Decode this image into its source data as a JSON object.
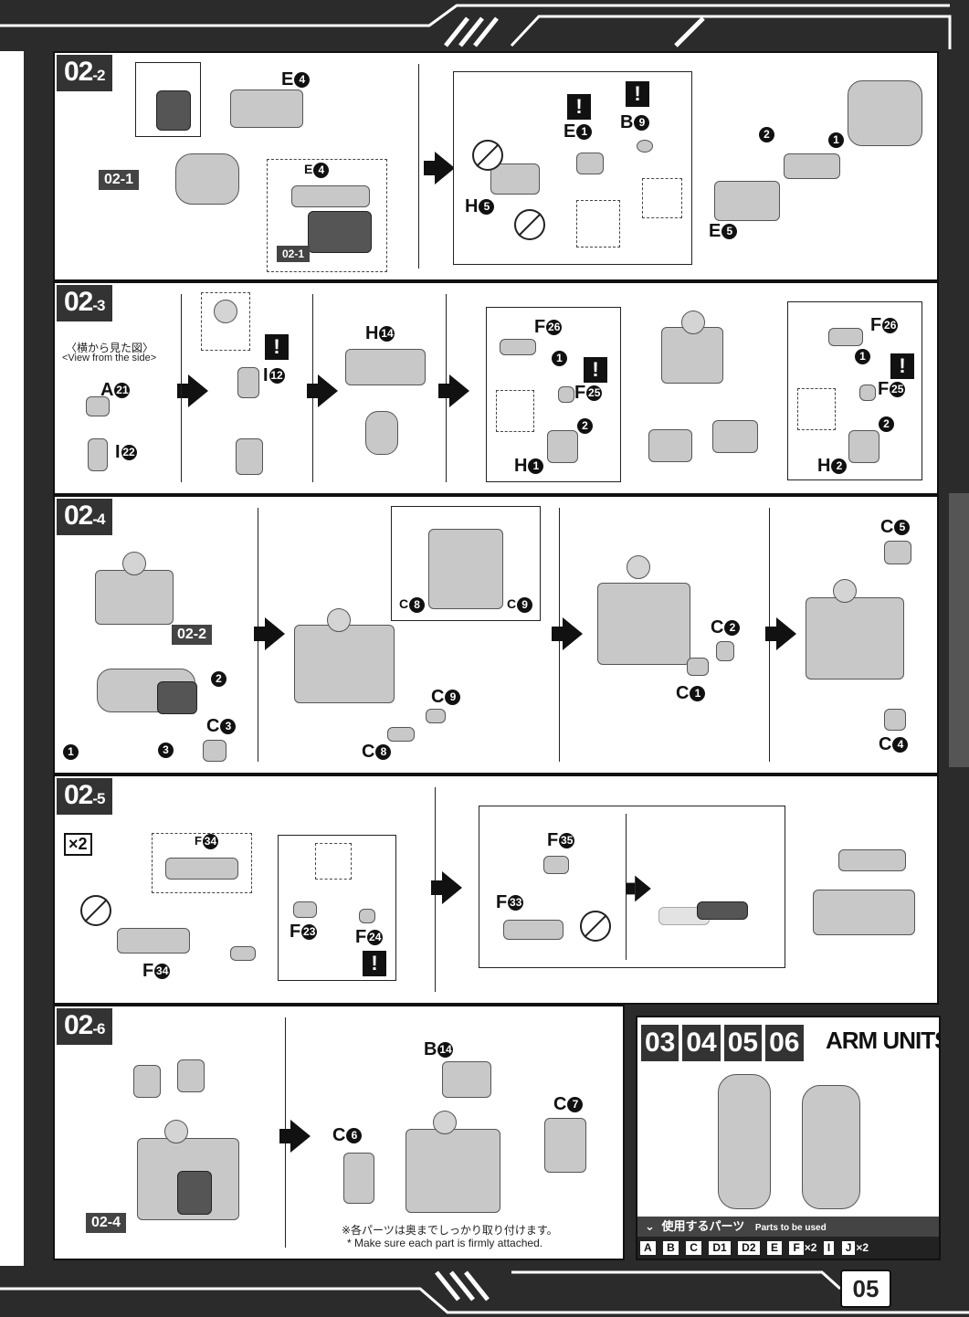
{
  "page": {
    "number": "05"
  },
  "steps": {
    "s02_2": {
      "main": "02",
      "sub": "-2",
      "labels": {
        "e4": "E",
        "e4n": "4",
        "ref1": "02-1",
        "e4b": "E",
        "e4bn": "4",
        "ref1b": "02-1",
        "e1": "E",
        "e1n": "1",
        "b9": "B",
        "b9n": "9",
        "h5": "H",
        "h5n": "5",
        "e5": "E",
        "e5n": "5",
        "n1": "1",
        "n2": "2"
      }
    },
    "s02_3": {
      "main": "02",
      "sub": "-3",
      "side_view_jp": "〈横から見た図〉",
      "side_view_en": "<View from the side>",
      "labels": {
        "a21": "A",
        "a21n": "21",
        "i22": "I",
        "i22n": "22",
        "i12": "I",
        "i12n": "12",
        "h14": "H",
        "h14n": "14",
        "f26": "F",
        "f26n": "26",
        "f25": "F",
        "f25n": "25",
        "h1": "H",
        "h1n": "1",
        "f26b": "F",
        "f26bn": "26",
        "f25b": "F",
        "f25bn": "25",
        "h2": "H",
        "h2n": "2",
        "n1": "1",
        "n2": "2",
        "n1b": "1",
        "n2b": "2"
      }
    },
    "s02_4": {
      "main": "02",
      "sub": "-4",
      "labels": {
        "ref2": "02-2",
        "c3": "C",
        "c3n": "3",
        "n1": "1",
        "n2": "2",
        "n3": "3",
        "c8": "C",
        "c8n": "8",
        "c9": "C",
        "c9n": "9",
        "c8b": "C",
        "c8bn": "8",
        "c9b": "C",
        "c9bn": "9",
        "c2": "C",
        "c2n": "2",
        "c1": "C",
        "c1n": "1",
        "c5": "C",
        "c5n": "5",
        "c4": "C",
        "c4n": "4"
      }
    },
    "s02_5": {
      "main": "02",
      "sub": "-5",
      "times": "×2",
      "labels": {
        "f34": "F",
        "f34n": "34",
        "f34b": "F",
        "f34bn": "34",
        "f23": "F",
        "f23n": "23",
        "f24": "F",
        "f24n": "24",
        "f35": "F",
        "f35n": "35",
        "f33": "F",
        "f33n": "33"
      }
    },
    "s02_6": {
      "main": "02",
      "sub": "-6",
      "labels": {
        "ref4": "02-4",
        "b14": "B",
        "b14n": "14",
        "c6": "C",
        "c6n": "6",
        "c7": "C",
        "c7n": "7"
      },
      "note_jp": "※各パーツは奥までしっかり取り付けます。",
      "note_en": "* Make sure each part is firmly attached."
    }
  },
  "arm_units": {
    "tabs": [
      "03",
      "04",
      "05",
      "06"
    ],
    "title": "ARM UNITS",
    "parts_bar_jp": "使用するパーツ",
    "parts_bar_en": "Parts to be used",
    "parts": [
      "A",
      "B",
      "C",
      "D1",
      "D2",
      "E",
      "F",
      "I",
      "J"
    ],
    "f_mult": "×2",
    "j_mult": "×2"
  },
  "colors": {
    "frame": "#2b2b2b",
    "badge": "#333333",
    "part": "#c8c8c8",
    "dark_part": "#555555"
  }
}
